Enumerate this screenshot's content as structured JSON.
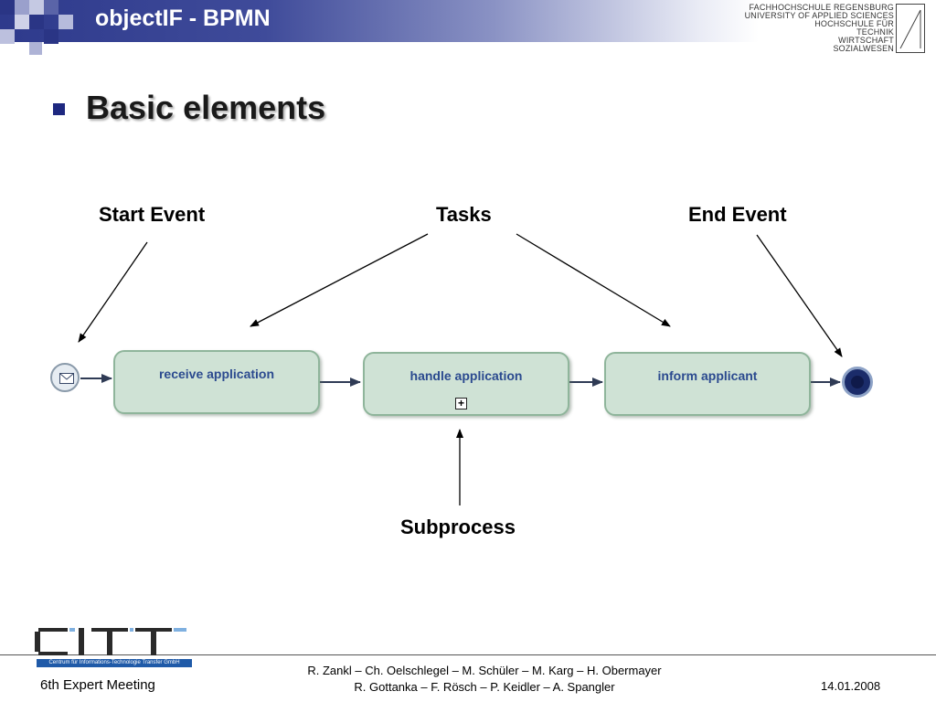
{
  "header": {
    "title": "objectIF - BPMN",
    "logo_lines": [
      "FACHHOCHSCHULE REGENSBURG",
      "UNIVERSITY OF APPLIED SCIENCES",
      "HOCHSCHULE FÜR",
      "TECHNIK",
      "WIRTSCHAFT",
      "SOZIALWESEN"
    ]
  },
  "section": {
    "title": "Basic elements"
  },
  "diagram": {
    "labels": {
      "start_event": "Start Event",
      "tasks": "Tasks",
      "end_event": "End Event",
      "subprocess": "Subprocess"
    },
    "tasks": [
      {
        "label": "receive application"
      },
      {
        "label": "handle application",
        "subprocess_marker": "+"
      },
      {
        "label": "inform applicant"
      }
    ],
    "start_icon": "envelope-icon",
    "end_icon": "filled-circle-icon",
    "colors": {
      "task_fill": "#cfe2d5",
      "task_border": "#8fb59b",
      "task_text": "#2b4a8f",
      "end_event": "#1b2c6a"
    }
  },
  "footer": {
    "left": "6th Expert Meeting",
    "authors_line1": "R. Zankl – Ch. Oelschlegel – M. Schüler – M. Karg – H. Obermayer",
    "authors_line2": "R. Gottanka – F. Rösch – P. Keidler – A. Spangler",
    "date": "14.01.2008",
    "logo_caption": "Centrum für Informations-Technologie Transfer GmbH"
  }
}
